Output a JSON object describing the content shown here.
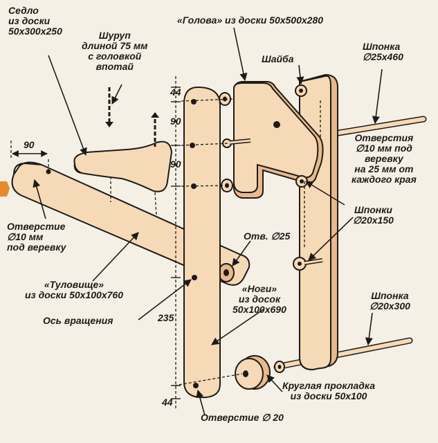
{
  "labels": {
    "saddle": "Седло\nиз доски\n50x300x250",
    "screw": "Шуруп\nдлиной 75 мм\nс головкой\nвпотай",
    "head": "«Голова» из доски 50x500x280",
    "washer": "Шайба",
    "key_top": "Шпонка\n∅25x460",
    "holes_rope": "Отверстия\n∅10 мм под\nверевку\nна 25 мм от\nкаждого края",
    "keys_mid": "Шпонки\n∅20x150",
    "hole_left": "Отверстие\n∅10 мм\nпод веревку",
    "hole_25": "Отв. ∅25",
    "body": "«Туловище»\nиз доски 50x100x760",
    "axis": "Ось вращения",
    "legs": "«Ноги»\nиз досок\n50x100x690",
    "key_bottom": "Шпонка\n∅20x300",
    "spacer": "Круглая прокладка\nиз доски 50x100",
    "hole_20": "Отверстие ∅ 20"
  },
  "dimensions": {
    "d90_horizontal": "90",
    "d44_top": "44",
    "d90_a": "90",
    "d90_b": "90",
    "d235": "235",
    "d44_bottom": "44"
  },
  "colors": {
    "wood": "#f6d9b6",
    "wood_dark": "#e7b98c",
    "ink": "#1d1a16",
    "paper": "#f4f0e6",
    "page_marker": "#e8892f"
  }
}
